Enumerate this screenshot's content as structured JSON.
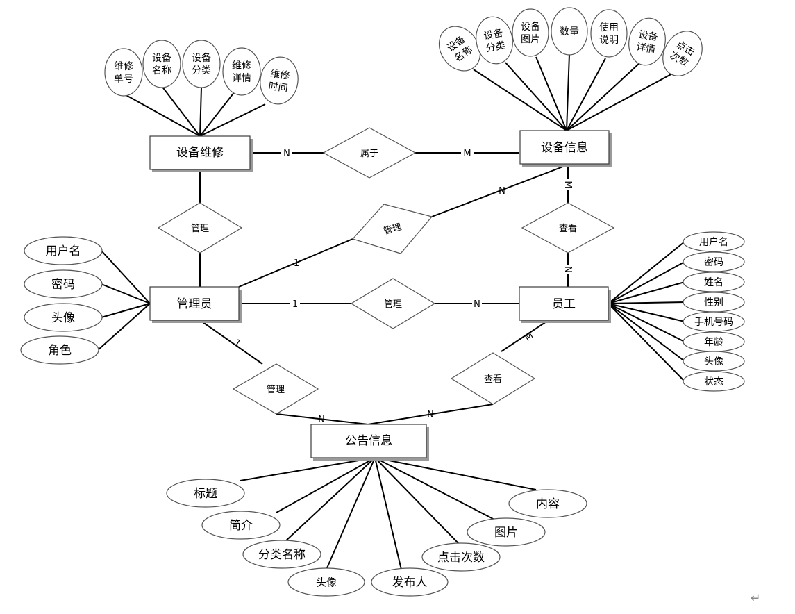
{
  "entities": {
    "maintenance": "设备维修",
    "equipment": "设备信息",
    "admin": "管理员",
    "staff": "员工",
    "notice": "公告信息"
  },
  "relations": {
    "belongs": "属于",
    "manage_maint": "管理",
    "manage_equip": "管理",
    "view_equip": "查看",
    "manage_staff": "管理",
    "manage_notice": "管理",
    "view_notice": "查看"
  },
  "cardinality": {
    "maint_belongs": "N",
    "belongs_equip": "M",
    "admin_equip_1": "1",
    "admin_equip_n": "N",
    "equip_view": "M",
    "view_staff": "N",
    "admin_staff_1": "1",
    "admin_staff_n": "N",
    "admin_notice_1": "1",
    "manage_notice_n": "N",
    "staff_view_m": "M",
    "view_notice_n": "N"
  },
  "attributes": {
    "maintenance": [
      [
        "维修",
        "单号"
      ],
      [
        "设备",
        "名称"
      ],
      [
        "设备",
        "分类"
      ],
      [
        "维修",
        "详情"
      ],
      [
        "维修",
        "时间"
      ]
    ],
    "equipment": [
      [
        "设备",
        "名称"
      ],
      [
        "设备",
        "分类"
      ],
      [
        "设备",
        "图片"
      ],
      [
        "数量"
      ],
      [
        "使用",
        "说明"
      ],
      [
        "设备",
        "详情"
      ],
      [
        "点击",
        "次数"
      ]
    ],
    "admin": [
      [
        "用户名"
      ],
      [
        "密码"
      ],
      [
        "头像"
      ],
      [
        "角色"
      ]
    ],
    "staff": [
      [
        "用户名"
      ],
      [
        "密码"
      ],
      [
        "姓名"
      ],
      [
        "性别"
      ],
      [
        "手机号码"
      ],
      [
        "年龄"
      ],
      [
        "头像"
      ],
      [
        "状态"
      ]
    ],
    "notice": [
      [
        "标题"
      ],
      [
        "简介"
      ],
      [
        "分类名称"
      ],
      [
        "头像"
      ],
      [
        "发布人"
      ],
      [
        "点击次数"
      ],
      [
        "图片"
      ],
      [
        "内容"
      ]
    ]
  },
  "return_mark": "↵"
}
